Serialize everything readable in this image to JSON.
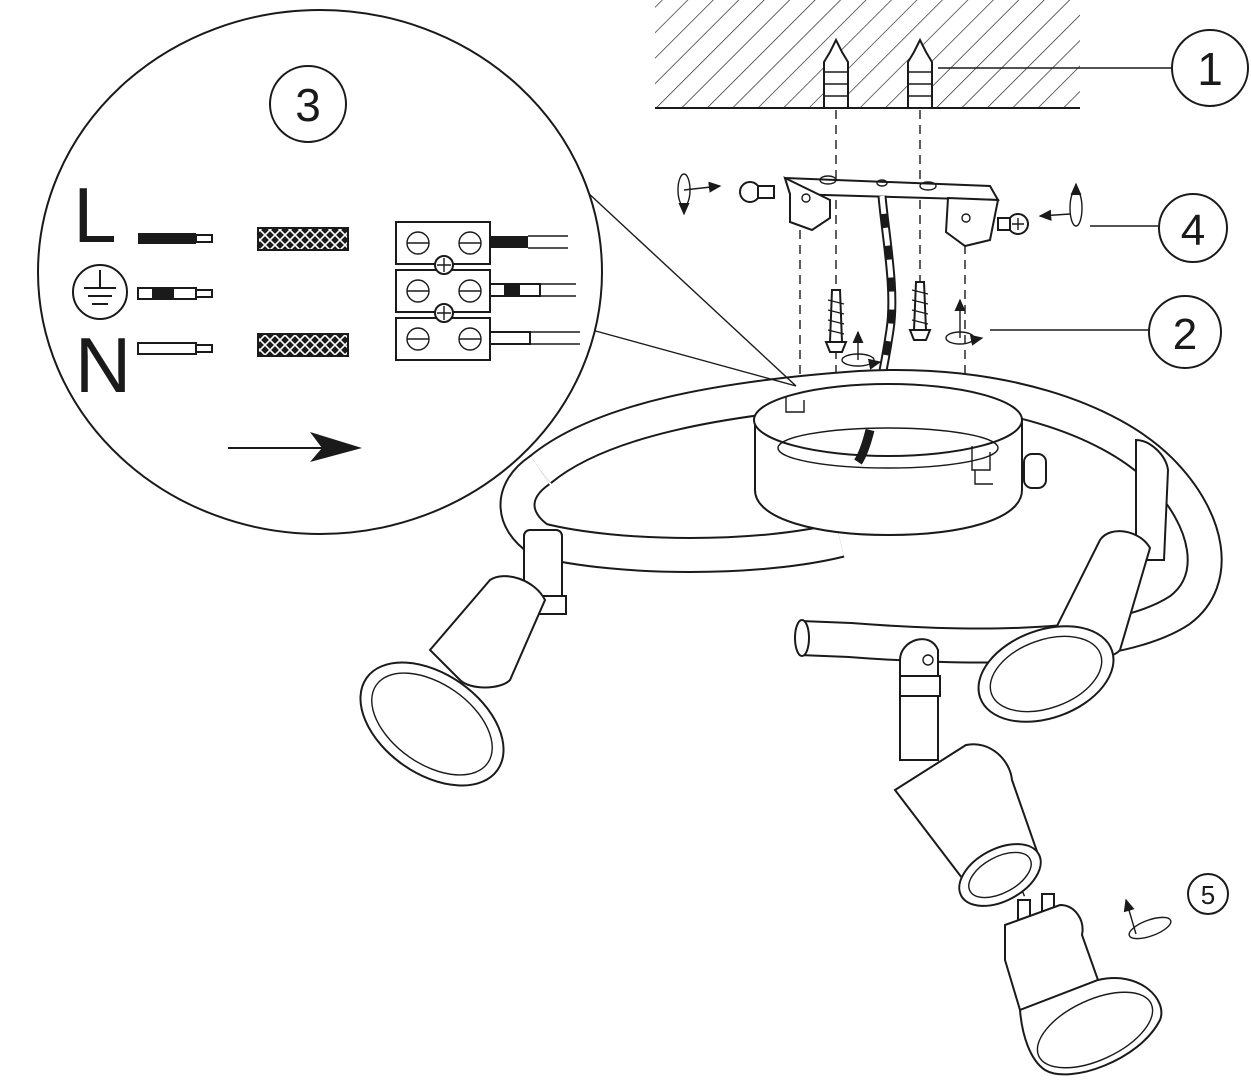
{
  "callouts": {
    "c1": "1",
    "c2": "2",
    "c3": "3",
    "c4": "4",
    "c5": "5"
  },
  "wiring": {
    "live": "L",
    "neutral": "N"
  },
  "colors": {
    "line": "#1a1a1a",
    "background": "#ffffff"
  },
  "icons": [
    "earth-ground-icon",
    "rotate-arrow-icon",
    "direction-arrow-icon"
  ]
}
